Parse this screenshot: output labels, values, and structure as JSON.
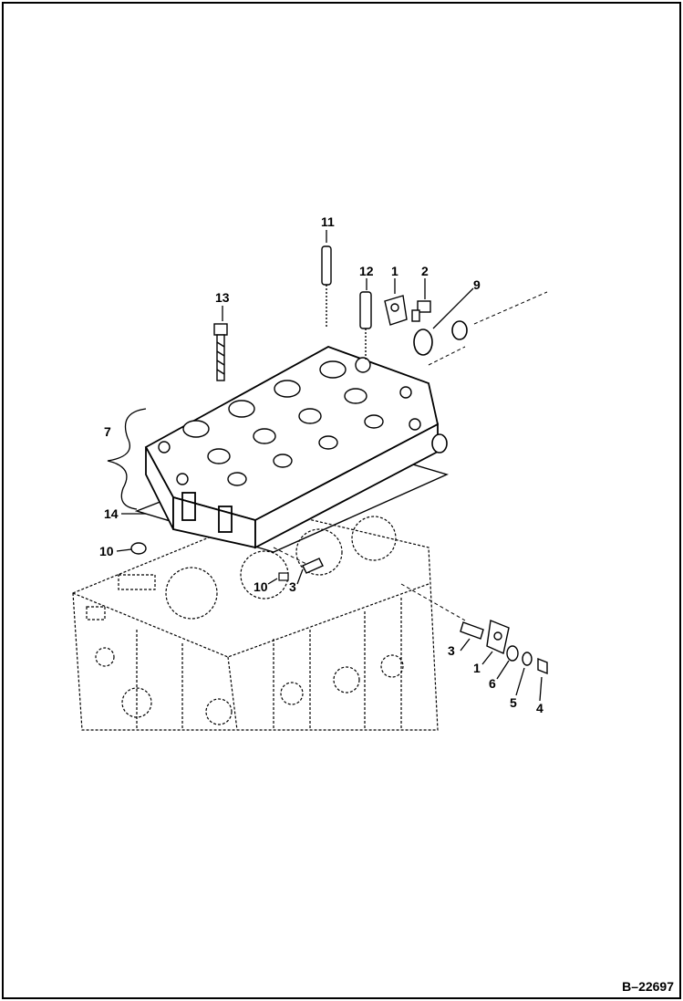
{
  "figure": {
    "reference": "B–22697",
    "callouts": [
      {
        "id": "c11",
        "label": "11"
      },
      {
        "id": "c12",
        "label": "12"
      },
      {
        "id": "c1a",
        "label": "1"
      },
      {
        "id": "c2",
        "label": "2"
      },
      {
        "id": "c9",
        "label": "9"
      },
      {
        "id": "c13",
        "label": "13"
      },
      {
        "id": "c7",
        "label": "7"
      },
      {
        "id": "c14",
        "label": "14"
      },
      {
        "id": "c10a",
        "label": "10"
      },
      {
        "id": "c10b",
        "label": "10"
      },
      {
        "id": "c3a",
        "label": "3"
      },
      {
        "id": "c3b",
        "label": "3"
      },
      {
        "id": "c1b",
        "label": "1"
      },
      {
        "id": "c6",
        "label": "6"
      },
      {
        "id": "c5",
        "label": "5"
      },
      {
        "id": "c4",
        "label": "4"
      }
    ]
  }
}
